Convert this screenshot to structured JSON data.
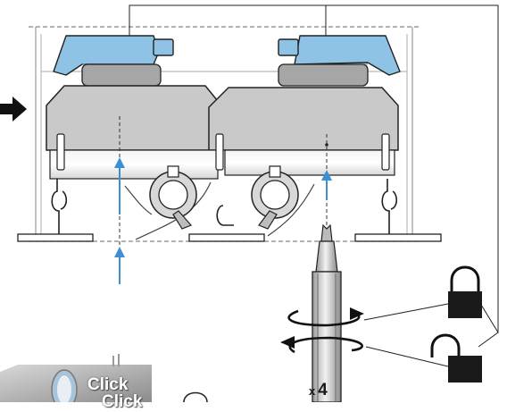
{
  "labels": {
    "multiplier_symbol": "x",
    "multiplier_value": "4",
    "click_1": "Click",
    "click_2": "Click"
  },
  "colors": {
    "latch_blue": "#8ec3e6",
    "housing_gray": "#c9c9c9",
    "arrow_blue": "#3d8fd1",
    "outline": "#222222"
  },
  "icons": {
    "locked": "padlock-closed-icon",
    "unlocked": "padlock-open-icon",
    "tool": "screwdriver-icon",
    "direction": "arrow-right-icon"
  }
}
